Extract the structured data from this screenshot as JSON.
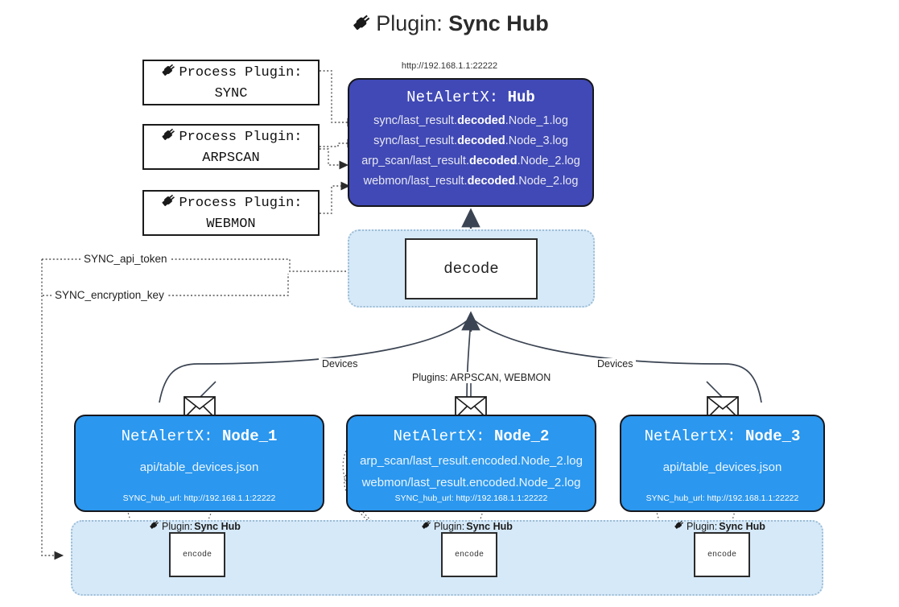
{
  "title": {
    "icon": "plug-icon",
    "prefix": "Plugin:",
    "name": "Sync Hub"
  },
  "hub_url": "http://192.168.1.1:22222",
  "process_plugins": [
    {
      "icon": "plug-icon",
      "line1": "Process Plugin:",
      "line2": "SYNC"
    },
    {
      "icon": "plug-icon",
      "line1": "Process Plugin:",
      "line2": "ARPSCAN"
    },
    {
      "icon": "plug-icon",
      "line1": "Process Plugin:",
      "line2": "WEBMON"
    }
  ],
  "hub": {
    "title_prefix": "NetAlertX:",
    "title_name": "Hub",
    "logs": [
      {
        "pre": "sync/last_result.",
        "bold": "decoded",
        "post": ".Node_1.log"
      },
      {
        "pre": "sync/last_result.",
        "bold": "decoded",
        "post": ".Node_3.log"
      },
      {
        "pre": "arp_scan/last_result.",
        "bold": "decoded",
        "post": ".Node_2.log"
      },
      {
        "pre": "webmon/last_result.",
        "bold": "decoded",
        "post": ".Node_2.log"
      }
    ],
    "fill": "#4049b5"
  },
  "decode": {
    "label": "decode",
    "container_fill": "#d6e9f8"
  },
  "tokens": [
    {
      "label": "SYNC_api_token"
    },
    {
      "label": "SYNC_encryption_key"
    }
  ],
  "edge_labels": {
    "left_devices": "Devices",
    "right_devices": "Devices",
    "center_plugins": "Plugins: ARPSCAN, WEBMON"
  },
  "nodes": [
    {
      "title_prefix": "NetAlertX:",
      "title_name": "Node_1",
      "lines": [
        "api/table_devices.json"
      ],
      "footer": "SYNC_hub_url: http://192.168.1.1:22222",
      "fill": "#2b97ee",
      "icon": "envelope-icon"
    },
    {
      "title_prefix": "NetAlertX:",
      "title_name": "Node_2",
      "lines": [
        "arp_scan/last_result.encoded.Node_2.log",
        "webmon/last_result.encoded.Node_2.log"
      ],
      "footer": "SYNC_hub_url: http://192.168.1.1:22222",
      "fill": "#2b97ee",
      "icon": "envelope-icon"
    },
    {
      "title_prefix": "NetAlertX:",
      "title_name": "Node_3",
      "lines": [
        "api/table_devices.json"
      ],
      "footer": "SYNC_hub_url: http://192.168.1.1:22222",
      "fill": "#2b97ee",
      "icon": "envelope-icon"
    }
  ],
  "encoders": [
    {
      "label": "encode",
      "plugin_prefix": "Plugin:",
      "plugin_name": "Sync Hub",
      "icon": "plug-icon"
    },
    {
      "label": "encode",
      "plugin_prefix": "Plugin:",
      "plugin_name": "Sync Hub",
      "icon": "plug-icon"
    },
    {
      "label": "encode",
      "plugin_prefix": "Plugin:",
      "plugin_name": "Sync Hub",
      "icon": "plug-icon"
    }
  ]
}
